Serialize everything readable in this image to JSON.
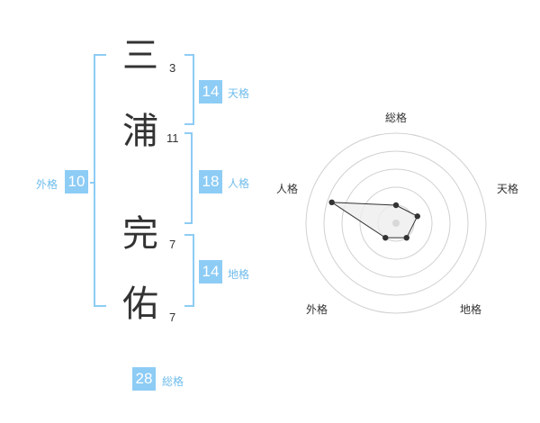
{
  "name": {
    "chars": [
      {
        "char": "三",
        "strokes": "3"
      },
      {
        "char": "浦",
        "strokes": "11"
      },
      {
        "char": "完",
        "strokes": "7"
      },
      {
        "char": "佑",
        "strokes": "7"
      }
    ]
  },
  "fortunes": {
    "tenkaku": {
      "value": "14",
      "label": "天格"
    },
    "jinkaku": {
      "value": "18",
      "label": "人格"
    },
    "chikaku": {
      "value": "14",
      "label": "地格"
    },
    "gaikaku": {
      "value": "10",
      "label": "外格"
    },
    "soukaku": {
      "value": "28",
      "label": "総格"
    }
  },
  "radar": {
    "axes": [
      "総格",
      "天格",
      "地格",
      "外格",
      "人格"
    ],
    "values": [
      0.2,
      0.25,
      0.2,
      0.2,
      0.75
    ],
    "ring_count": 5
  },
  "colors": {
    "accent": "#8dccf5",
    "accent_text": "#6fbcec",
    "text": "#333333",
    "grid": "#d0d0d0",
    "polygon_fill": "#eeeeee",
    "point": "#333333"
  }
}
